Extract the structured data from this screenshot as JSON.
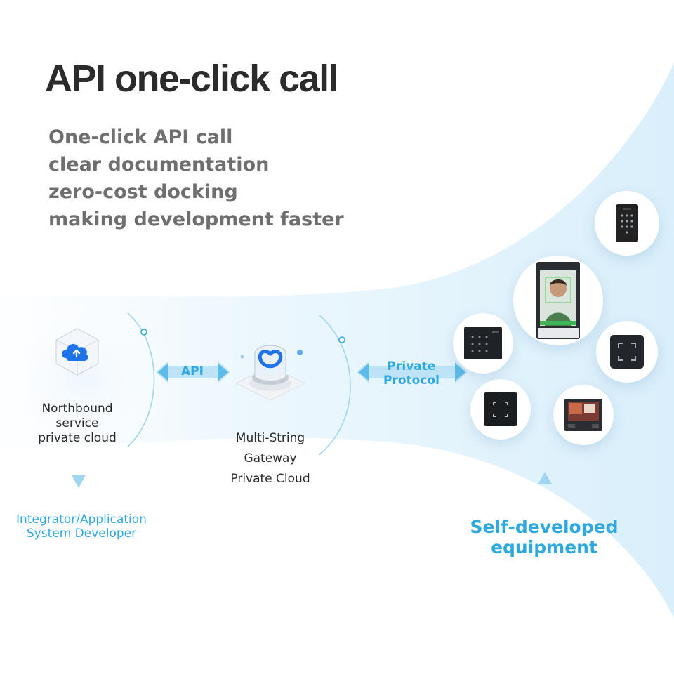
{
  "title": "API one-click call",
  "bullets": [
    "One-click API call",
    "clear documentation",
    "zero-cost docking",
    "making development faster"
  ],
  "northbound": {
    "lines": [
      "Northbound",
      "service",
      "private cloud"
    ]
  },
  "api_label": "API",
  "gateway": {
    "lines": [
      "Multi-String",
      "Gateway",
      "Private Cloud"
    ]
  },
  "protocol": {
    "lines": [
      "Private",
      "Protocol"
    ]
  },
  "integrator": {
    "lines": [
      "Integrator/Application",
      "System Developer"
    ]
  },
  "equipment": {
    "lines": [
      "Self-developed",
      "equipment"
    ]
  },
  "devices": [
    "keypad-reader",
    "face-recognition-terminal",
    "keypad-panel",
    "card-reader-square",
    "card-reader-small",
    "video-intercom-monitor"
  ],
  "colors": {
    "accent": "#2ea8e0",
    "light_blue": "#dff1fb",
    "title": "#2b2b2b",
    "bullet": "#6f6f6f"
  }
}
